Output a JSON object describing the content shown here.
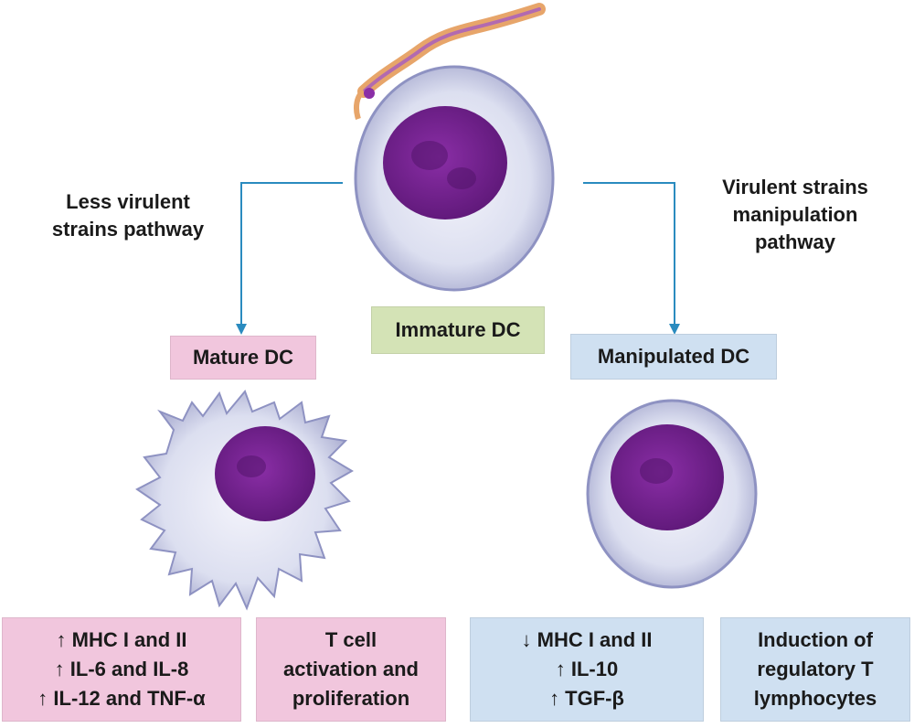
{
  "pathways": {
    "left": [
      "Less virulent",
      "strains pathway"
    ],
    "right": [
      "Virulent strains",
      "manipulation",
      "pathway"
    ]
  },
  "cells": {
    "immature": "Immature DC",
    "mature": "Mature DC",
    "manipulated": "Manipulated DC"
  },
  "outcomes": {
    "mature_markers": [
      "↑ MHC I and II",
      "↑ IL-6 and IL-8",
      "↑ IL-12 and TNF-α"
    ],
    "mature_effect": [
      "T cell",
      "activation and",
      "proliferation"
    ],
    "manipulated_markers": [
      "↓ MHC I and II",
      "↑ IL-10",
      "↑ TGF-β"
    ],
    "manipulated_effect": [
      "Induction of",
      "regulatory T",
      "lymphocytes"
    ]
  },
  "colors": {
    "pink": "#f1c6dd",
    "blue": "#cfe0f1",
    "green": "#d4e3b6",
    "arrow": "#2a8bbf",
    "nucleus": "#6a1d85",
    "cell": "#cdd0e6"
  }
}
